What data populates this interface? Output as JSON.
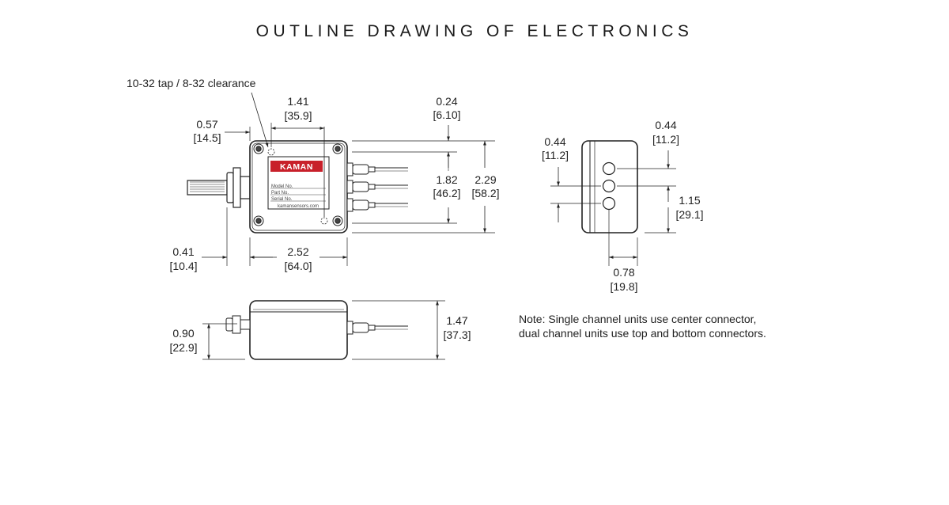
{
  "title": "OUTLINE DRAWING OF ELECTRONICS",
  "front_view": {
    "hole_callout": "10-32 tap / 8-32 clearance",
    "label": {
      "brand": "KAMAN",
      "model_line": "Model No.",
      "part_line": "Part No.",
      "serial_line": "Serial No.",
      "website": "kamansensors.com"
    },
    "dims": {
      "hole_spacing": {
        "inch": "1.41",
        "mm": "[35.9]"
      },
      "left_offset": {
        "inch": "0.57",
        "mm": "[14.5]"
      },
      "connector_offset": {
        "inch": "0.24",
        "mm": "[6.10]"
      },
      "connector_spacing": {
        "inch": "1.82",
        "mm": "[46.2]"
      },
      "height": {
        "inch": "2.29",
        "mm": "[58.2]"
      },
      "shaft_length": {
        "inch": "0.41",
        "mm": "[10.4]"
      },
      "width": {
        "inch": "2.52",
        "mm": "[64.0]"
      }
    }
  },
  "side_view": {
    "dims": {
      "connector_pitch_top": {
        "inch": "0.44",
        "mm": "[11.2]"
      },
      "connector_pitch_bottom": {
        "inch": "0.44",
        "mm": "[11.2]"
      },
      "connector_span": {
        "inch": "1.15",
        "mm": "[29.1]"
      },
      "connector_depth": {
        "inch": "0.78",
        "mm": "[19.8]"
      }
    }
  },
  "bottom_view": {
    "dims": {
      "shaft_height": {
        "inch": "0.90",
        "mm": "[22.9]"
      },
      "depth": {
        "inch": "1.47",
        "mm": "[37.3]"
      }
    }
  },
  "note": {
    "line1": "Note: Single channel units use center connector,",
    "line2": "dual channel units use top and bottom connectors."
  }
}
